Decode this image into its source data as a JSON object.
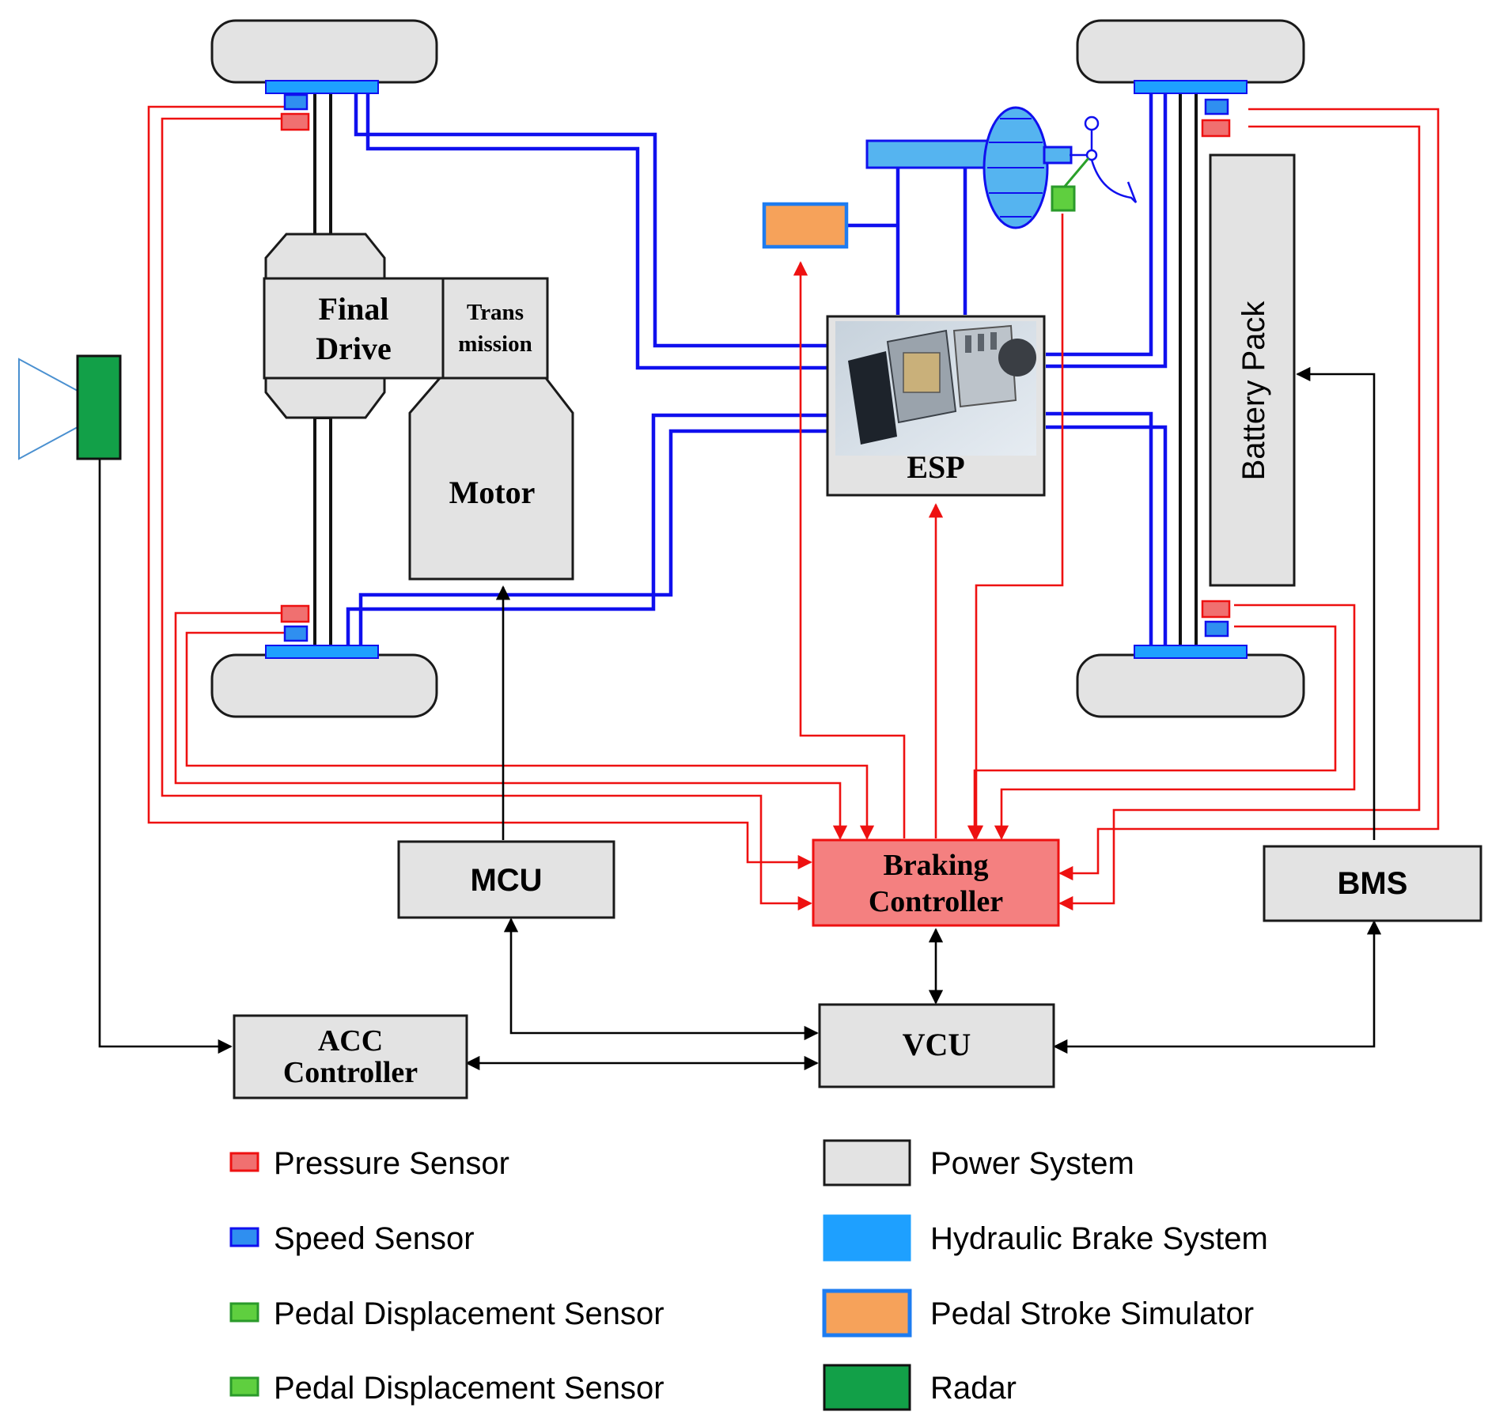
{
  "components": {
    "final_drive": "Final\nDrive",
    "transmission": "Trans\nmission",
    "motor": "Motor",
    "esp": "ESP",
    "battery_pack": "Battery Pack",
    "mcu": "MCU",
    "braking_controller": "Braking\nController",
    "bms": "BMS",
    "acc_controller": "ACC\nController",
    "vcu": "VCU"
  },
  "legend": [
    {
      "label": "Pressure Sensor",
      "color": "#f07070",
      "border": "#ee1111"
    },
    {
      "label": "Speed Sensor",
      "color": "#2f8ff0",
      "border": "#1010ee"
    },
    {
      "label": "Pedal Displacement Sensor",
      "color": "#5fcf3f",
      "border": "#2a9a2a"
    },
    {
      "label": "Pedal Displacement Sensor",
      "color": "#5fcf3f",
      "border": "#2a9a2a"
    },
    {
      "label": "Power System",
      "color": "#e3e3e3",
      "border": "#1a1a1a"
    },
    {
      "label": "Hydraulic Brake System",
      "color": "#1ea0ff",
      "border": "#1ea0ff"
    },
    {
      "label": "Pedal Stroke Simulator",
      "color": "#f6a25a",
      "border": "#1e7cf0"
    },
    {
      "label": "Radar",
      "color": "#12a048",
      "border": "#111111"
    }
  ],
  "colors": {
    "hydraulic_line": "#1010ee",
    "signal_line": "#ee1111",
    "control_line": "#000000",
    "braking_controller_fill": "#f48080"
  }
}
